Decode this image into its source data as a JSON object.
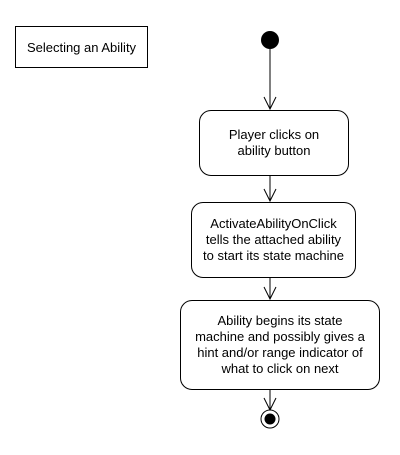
{
  "diagram": {
    "title": "Selecting an Ability",
    "activities": [
      "Player clicks on\nability button",
      "ActivateAbilityOnClick\ntells the attached ability\nto start its state machine",
      "Ability begins its state\nmachine and possibly gives a\nhint and/or range indicator of\nwhat to click on next"
    ]
  }
}
